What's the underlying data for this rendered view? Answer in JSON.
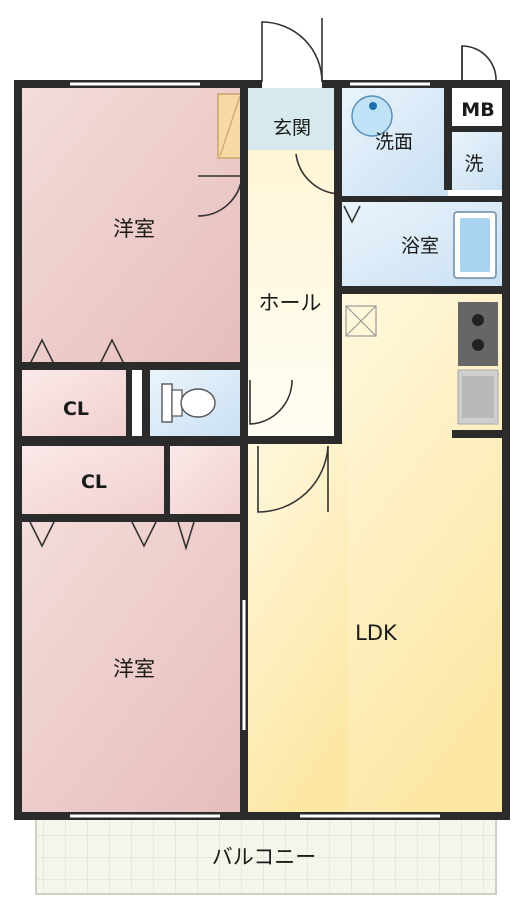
{
  "rooms": {
    "western_room_top": "洋室",
    "western_room_bottom": "洋室",
    "closet_top": "CL",
    "closet_bottom": "CL",
    "entrance": "玄関",
    "washroom": "洗面",
    "meter_box": "MB",
    "washer": "洗",
    "bathroom": "浴室",
    "hall": "ホール",
    "ldk": "LDK",
    "balcony": "バルコニー"
  },
  "colors": {
    "western_room": "#eed3d1",
    "closet": "#f6dcdc",
    "hall": "#fffbe6",
    "ldk": "#fdf1c6",
    "entrance": "#d9ecef",
    "wet_area": "#dcecf8",
    "balcony": "#f4f4ec",
    "wall": "#2b2b2b"
  }
}
